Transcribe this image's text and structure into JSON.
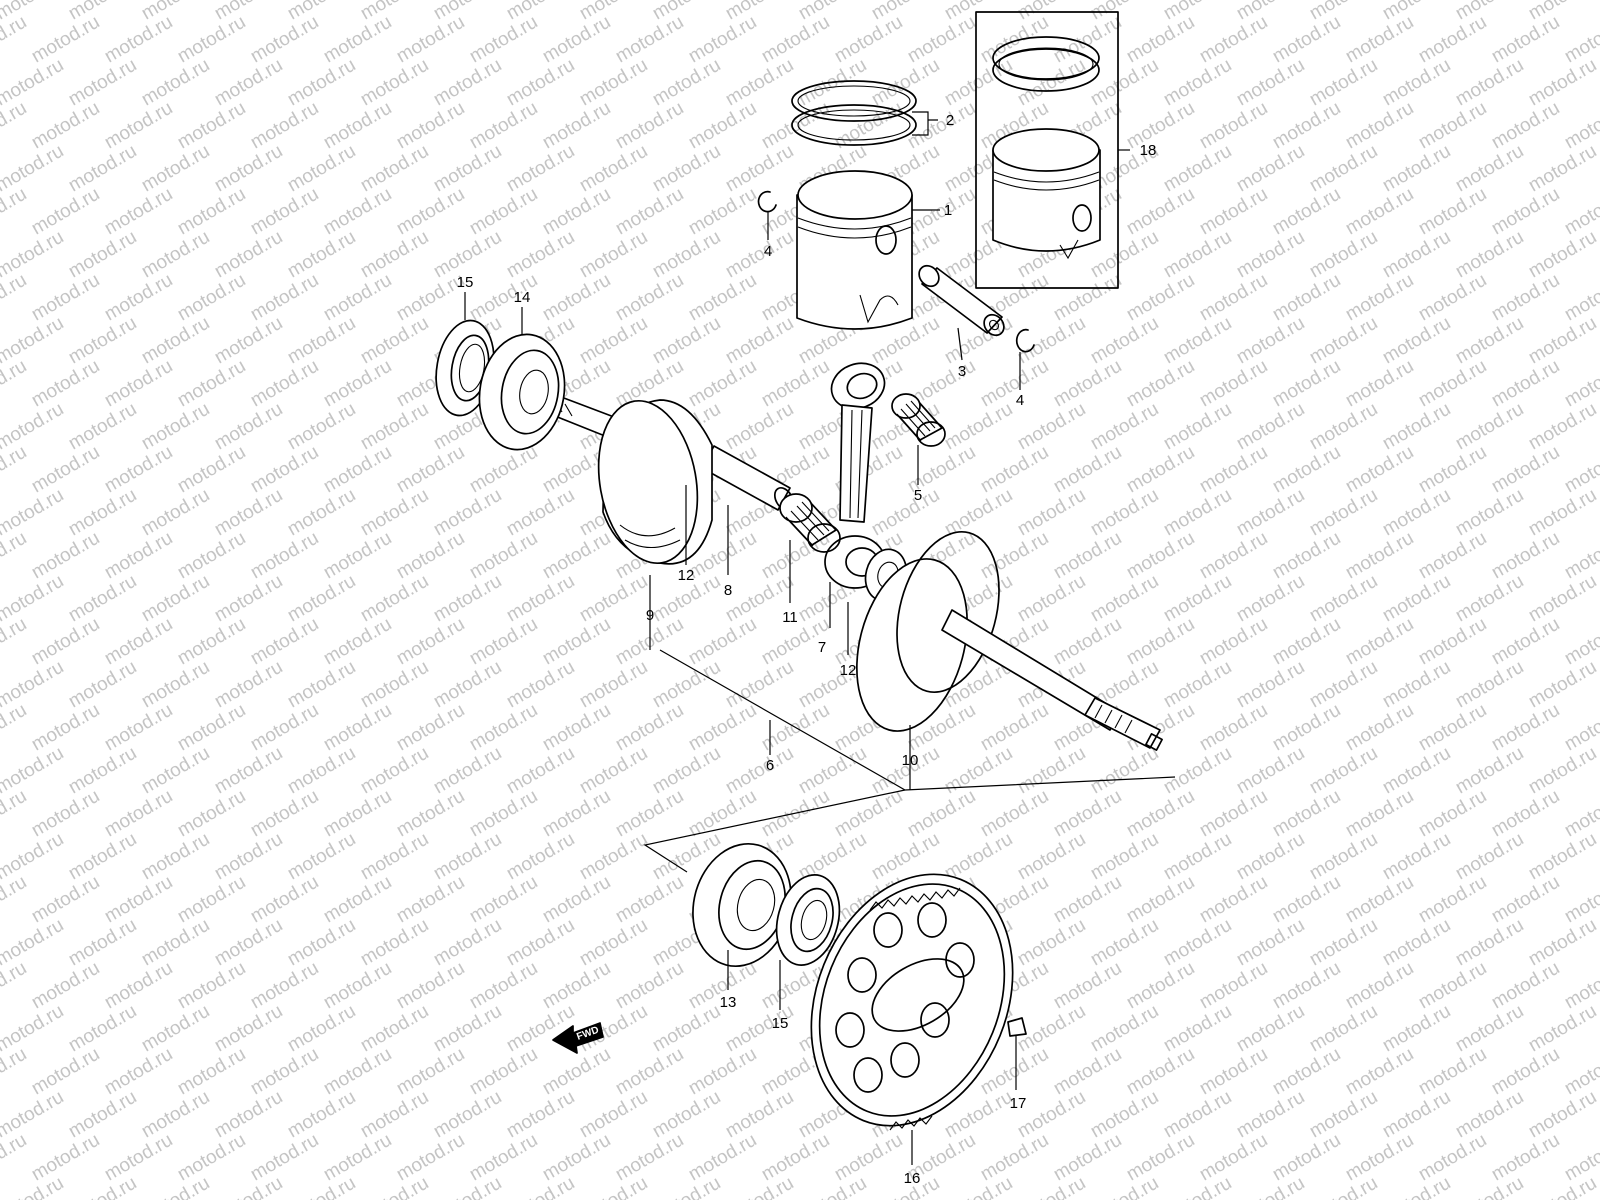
{
  "watermark": "motod.ru",
  "fwd_label": "FWD",
  "callouts": [
    {
      "id": "p1",
      "number": "1"
    },
    {
      "id": "p2",
      "number": "2"
    },
    {
      "id": "p3",
      "number": "3"
    },
    {
      "id": "p4a",
      "number": "4"
    },
    {
      "id": "p4b",
      "number": "4"
    },
    {
      "id": "p5",
      "number": "5"
    },
    {
      "id": "p6",
      "number": "6"
    },
    {
      "id": "p7",
      "number": "7"
    },
    {
      "id": "p8",
      "number": "8"
    },
    {
      "id": "p9",
      "number": "9"
    },
    {
      "id": "p10",
      "number": "10"
    },
    {
      "id": "p11",
      "number": "11"
    },
    {
      "id": "p12a",
      "number": "12"
    },
    {
      "id": "p12b",
      "number": "12"
    },
    {
      "id": "p13",
      "number": "13"
    },
    {
      "id": "p14",
      "number": "14"
    },
    {
      "id": "p15a",
      "number": "15"
    },
    {
      "id": "p15b",
      "number": "15"
    },
    {
      "id": "p16",
      "number": "16"
    },
    {
      "id": "p17",
      "number": "17"
    },
    {
      "id": "p18",
      "number": "18"
    }
  ]
}
